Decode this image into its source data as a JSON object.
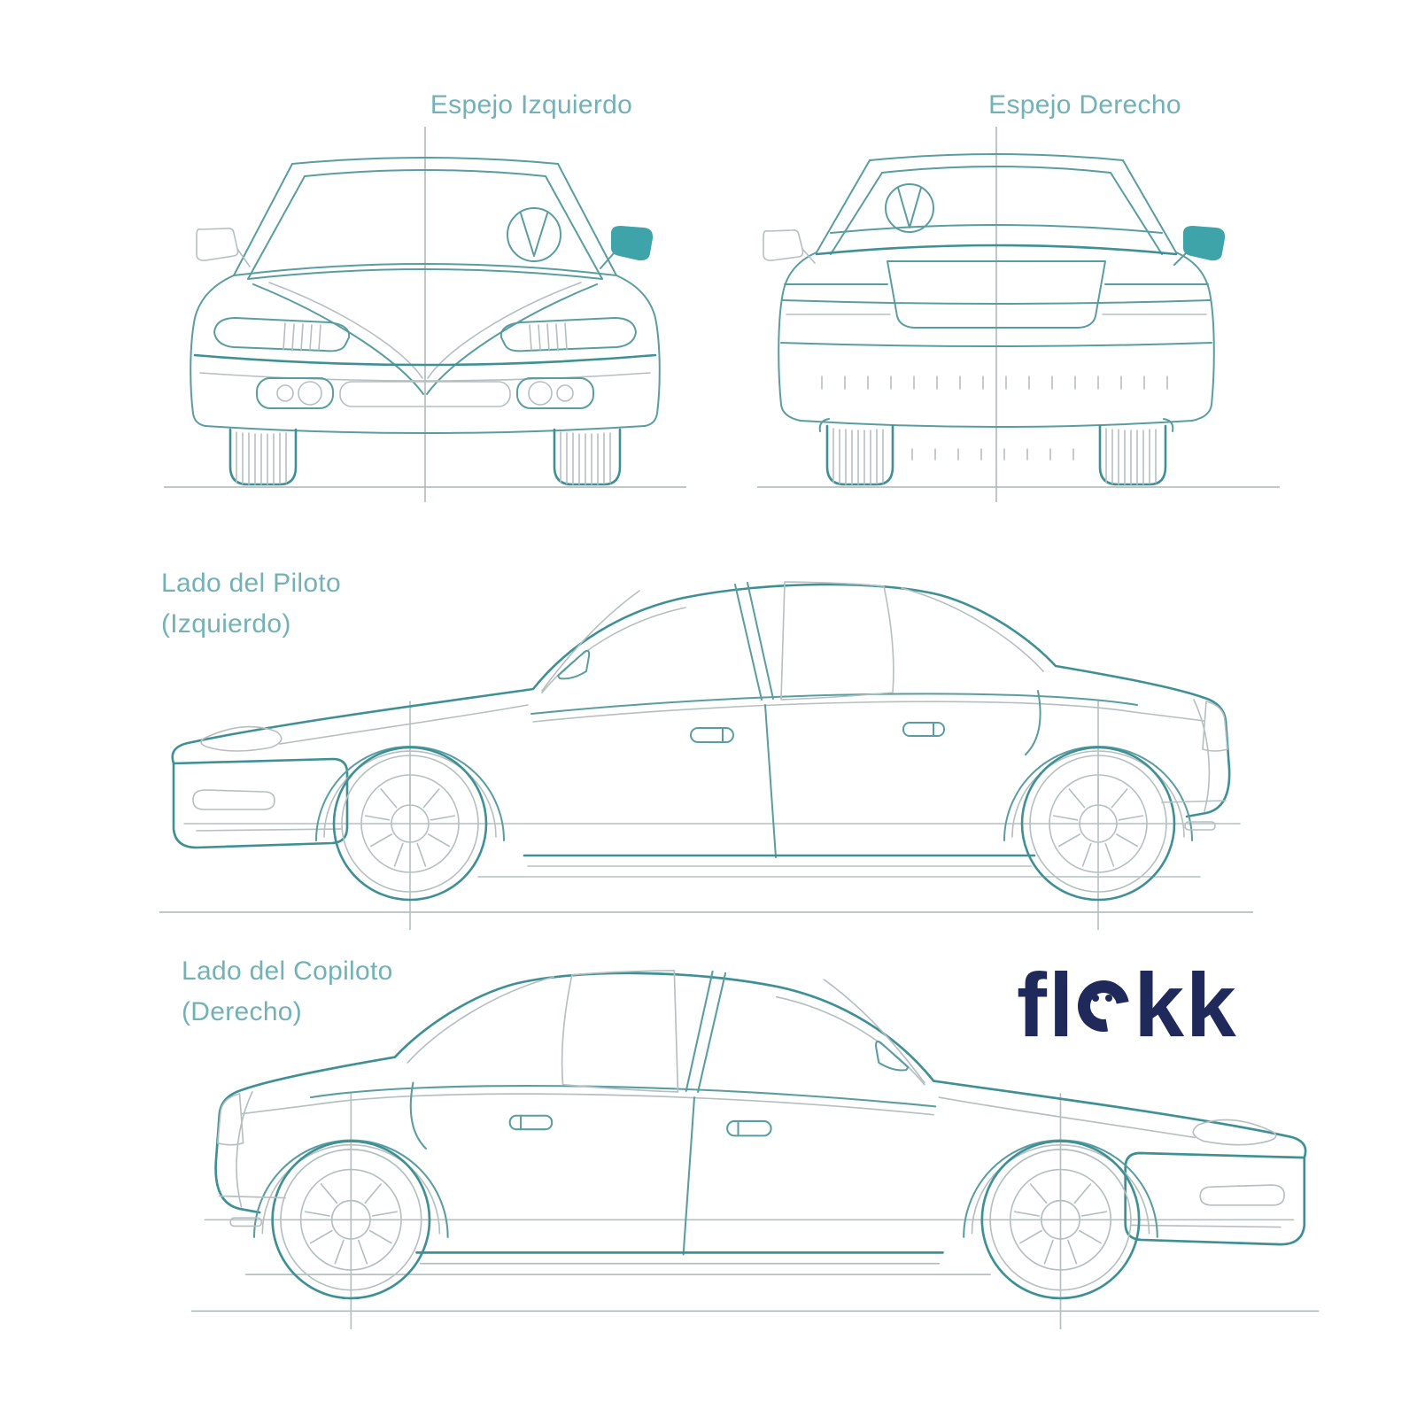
{
  "colors": {
    "line-teal": "#5A9DA0",
    "line-teal-strong": "#3E9095",
    "line-gray": "#B5BFC0",
    "ground-gray": "#A9B5B6",
    "highlight-fill": "#3FA4AA",
    "caption": "#72B2B6",
    "logo-navy": "#1F2A5B",
    "background": "#FFFFFF"
  },
  "captions": {
    "front_view": "Espejo Izquierdo",
    "rear_view": "Espejo Derecho",
    "driver_side_line1": "Lado del Piloto",
    "driver_side_line2": "(Izquierdo)",
    "passenger_side_line1": "Lado del Copiloto",
    "passenger_side_line2": "(Derecho)"
  },
  "brand": {
    "logo_text": "flekk",
    "logo_before_e": "fl",
    "logo_after_e": "kk"
  }
}
